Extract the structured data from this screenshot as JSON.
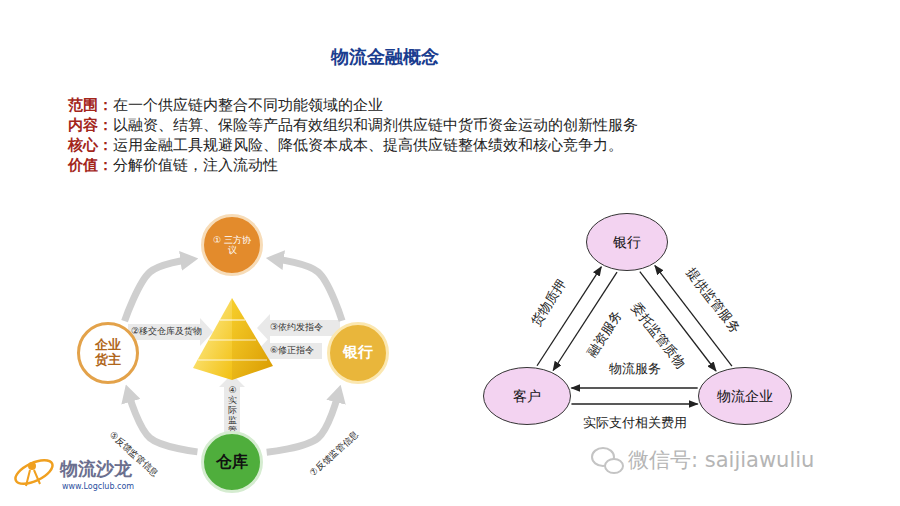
{
  "diagram": {
    "title": "物流金融概念",
    "nodes": [
      {
        "text": [
          "① 三方协议"
        ]
      },
      {
        "text": [
          "企业 货主"
        ]
      },
      {
        "text": [
          "银行"
        ]
      },
      {
        "text": [
          "仓库"
        ]
      },
      {
        "text": [
          "银行"
        ]
      },
      {
        "text": [
          "客户"
        ]
      },
      {
        "text": [
          "物流企业"
        ]
      }
    ],
    "edges": [
      {
        "from": 1,
        "to": 0,
        "arrow": "to"
      },
      {
        "from": 2,
        "to": 0,
        "arrow": "to"
      },
      {
        "from": 3,
        "to": 1,
        "label": "⑤反馈监管信息",
        "arrow": "to"
      },
      {
        "from": 3,
        "to": 2,
        "label": "⑦反馈监管信息",
        "arrow": "to"
      },
      {
        "from": 5,
        "to": 4,
        "label": "货物质押",
        "arrow": "to"
      },
      {
        "from": 4,
        "to": 5,
        "label": "融资服务",
        "arrow": "to"
      },
      {
        "from": 4,
        "to": 6,
        "label": "委托监管质物",
        "arrow": "to"
      },
      {
        "from": 6,
        "to": 4,
        "label": "提供监管服务",
        "arrow": "to"
      },
      {
        "from": 6,
        "to": 5,
        "label": "物流服务",
        "arrow": "to"
      },
      {
        "from": 5,
        "to": 6,
        "label": "实际支付相关费用",
        "arrow": "to"
      }
    ],
    "labels": [
      "范围：",
      "在一个供应链内整合不同功能领域的企业",
      "内容：",
      "以融资、结算、保险等产品有效组织和调剂供应链中货币资金运动的创新性服务",
      "核心：",
      "运用金融工具规避风险、降低资本成本、提高供应链整体绩效和核心竞争力。",
      "价值：",
      "分解价值链，注入流动性",
      "②移交仓库及货物",
      "③依约发指令",
      "⑥修正指令",
      "④实际监管",
      "物流沙龙",
      "www.Logclub.com",
      "微信号: saijiawuliu"
    ]
  }
}
